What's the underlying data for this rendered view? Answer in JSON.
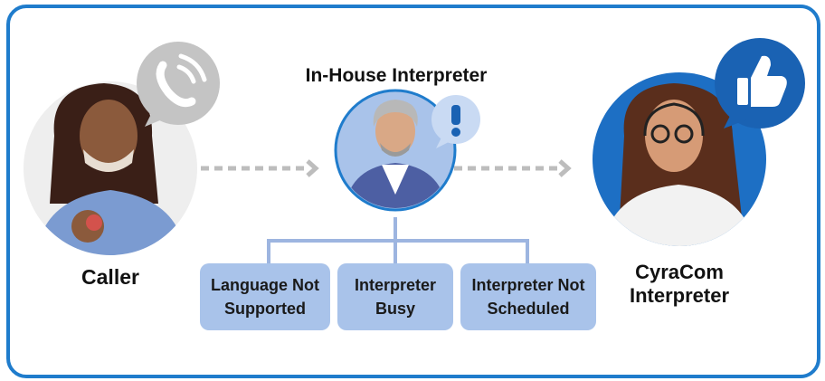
{
  "title": "In-House Interpreter",
  "caller": {
    "label": "Caller"
  },
  "interpreter_out": {
    "label": "CyraCom Interpreter"
  },
  "reasons": [
    {
      "label": "Language Not Supported"
    },
    {
      "label": "Interpreter Busy"
    },
    {
      "label": "Interpreter Not Scheduled"
    }
  ],
  "colors": {
    "frame": "#1f7ccc",
    "box": "#a9c3ea",
    "connector": "#9db5e0",
    "arrow": "#bdbdbd",
    "bubble_gray": "#c4c4c4",
    "bubble_blue": "#1a62b3",
    "circle_light": "#eeeeee",
    "circle_blue": "#1d6fc4"
  },
  "icons": [
    "phone-icon",
    "exclamation-icon",
    "thumbs-up-icon"
  ]
}
